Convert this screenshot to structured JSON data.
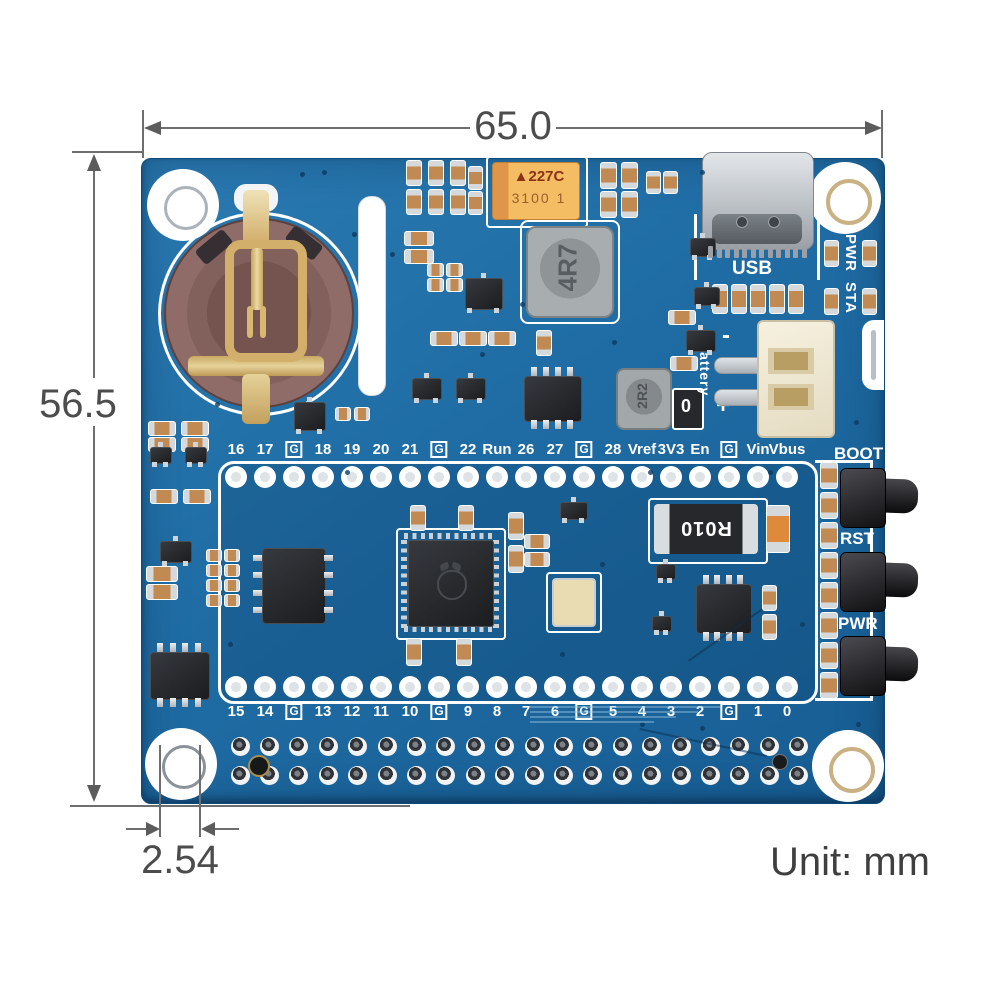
{
  "annotations": {
    "dim_width": "65.0",
    "dim_height": "56.5",
    "dim_pitch": "2.54",
    "unit": "Unit: mm"
  },
  "board": {
    "top_pin_labels": [
      "16",
      "17",
      "G",
      "18",
      "19",
      "20",
      "21",
      "G",
      "22",
      "Run",
      "26",
      "27",
      "G",
      "28",
      "Vref",
      "3V3",
      "En",
      "G",
      "Vin",
      "Vbus"
    ],
    "bottom_pin_labels": [
      "15",
      "14",
      "G",
      "13",
      "12",
      "11",
      "10",
      "G",
      "9",
      "8",
      "7",
      "6",
      "G",
      "5",
      "4",
      "3",
      "2",
      "G",
      "1",
      "0"
    ],
    "side_buttons": [
      "BOOT",
      "RST",
      "PWR"
    ],
    "led_labels": {
      "pwr": "PWR",
      "sta": "STA"
    },
    "connectors": {
      "usb": "USB",
      "battery": "Battery",
      "battery_plus": "+",
      "battery_minus": "-"
    },
    "markings": {
      "polarity_mark": "▲",
      "tantalum_cap_line1": "227C",
      "tantalum_cap_line2": "3100 1",
      "power_inductor": "4R7",
      "small_inductor": "2R2",
      "shunt_resistor": "R010",
      "zero_ohm_resistor": "0"
    }
  },
  "colors": {
    "pcb_blue": "#1e6ba3",
    "silkscreen": "#ffffff",
    "dimension_gray": "#4c4c4c"
  }
}
